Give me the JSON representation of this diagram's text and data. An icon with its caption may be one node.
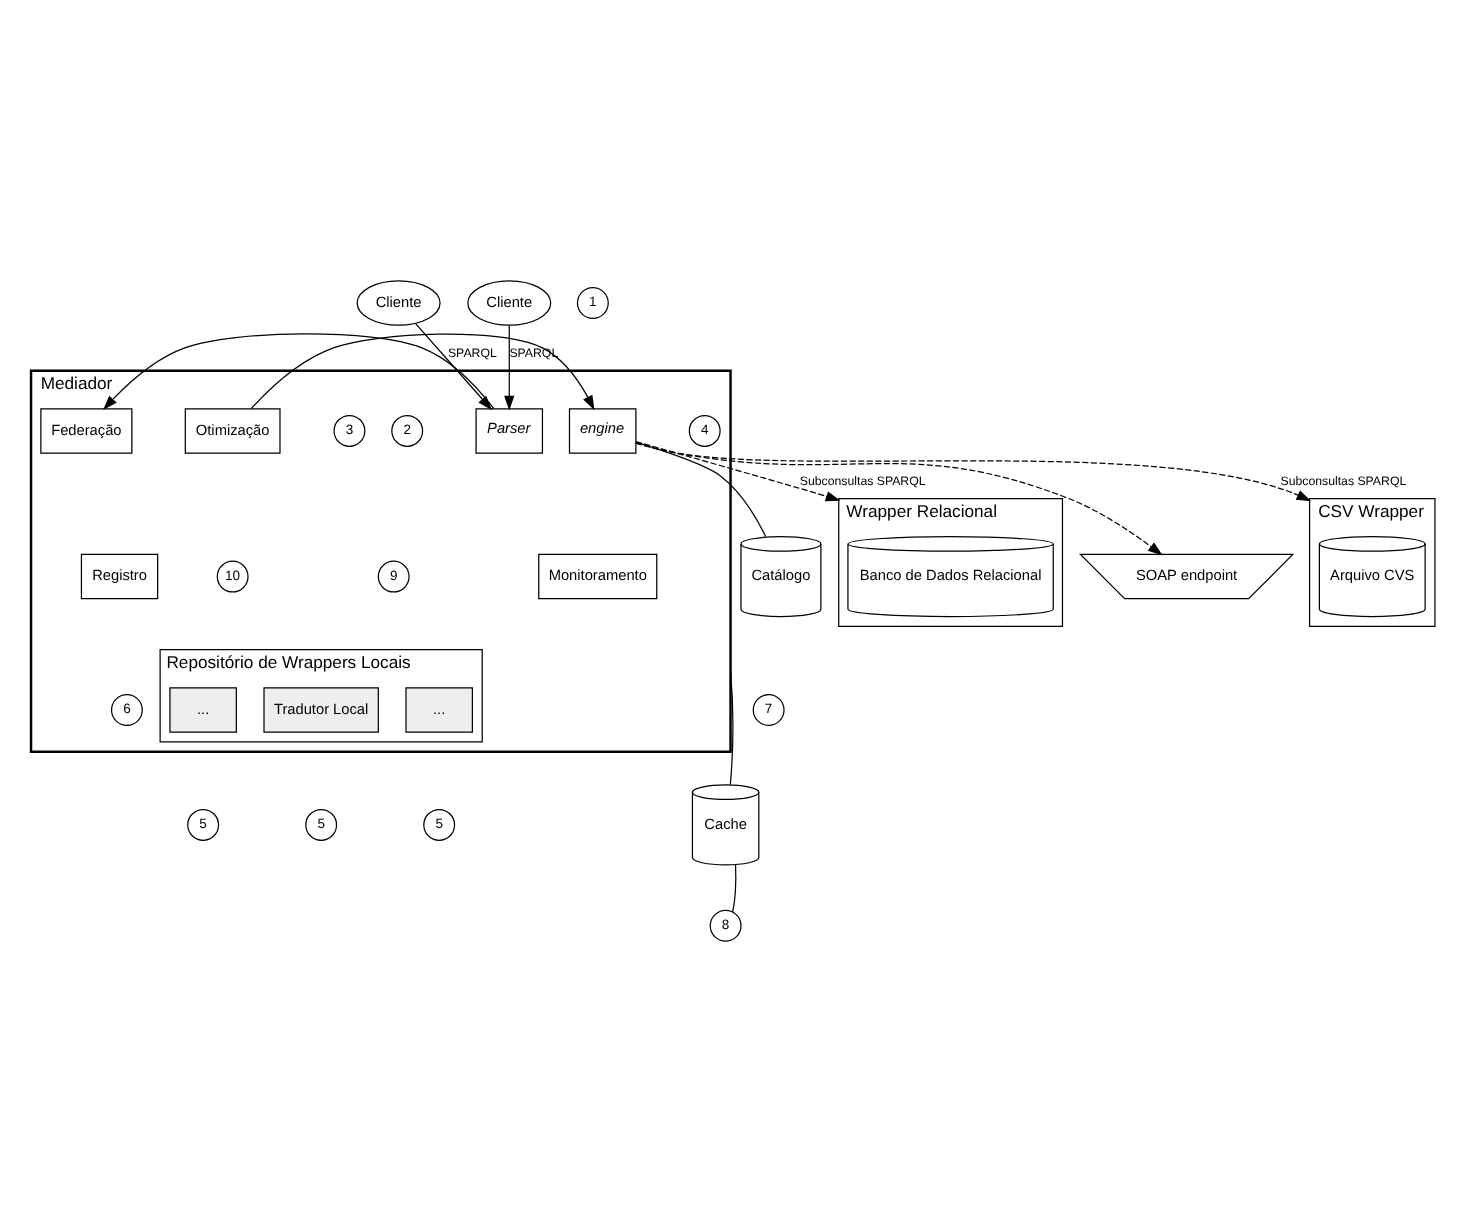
{
  "diagram": {
    "nodes": [
      {
        "text": [
          "Cliente"
        ]
      },
      {
        "text": [
          "Cliente"
        ]
      },
      {
        "text": [
          "Mediador"
        ]
      },
      {
        "text": [
          "Parser"
        ],
        "in": 2
      },
      {
        "text": [
          "Federação"
        ],
        "in": 2
      },
      {
        "text": [
          "Otimização"
        ],
        "in": 2
      },
      {
        "text": [
          "engine"
        ],
        "in": 2
      },
      {
        "text": [
          "Registro"
        ],
        "in": 2
      },
      {
        "text": [
          "Monitoramento"
        ],
        "in": 2
      },
      {
        "text": [
          "Repositório de Wrappers Locais"
        ],
        "in": 2
      },
      {
        "text": [
          "..."
        ],
        "in": 9
      },
      {
        "text": [
          "Tradutor Local"
        ],
        "in": 9
      },
      {
        "text": [
          "..."
        ],
        "in": 9
      },
      {
        "text": [
          "Catálogo"
        ]
      },
      {
        "text": [
          "Cache"
        ]
      },
      {
        "text": [
          "Wrapper Relacional"
        ]
      },
      {
        "text": [
          "Banco de Dados Relacional"
        ],
        "in": 15
      },
      {
        "text": [
          "SOAP endpoint"
        ]
      },
      {
        "text": [
          "CSV Wrapper"
        ]
      },
      {
        "text": [
          "Arquivo CVS"
        ],
        "in": 18
      },
      {
        "text": [
          "1"
        ]
      },
      {
        "text": [
          "3"
        ],
        "in": 2
      },
      {
        "text": [
          "2"
        ],
        "in": 2
      },
      {
        "text": [
          "4"
        ],
        "in": 2
      },
      {
        "text": [
          "9"
        ],
        "in": 2
      },
      {
        "text": [
          "10"
        ],
        "in": 2
      },
      {
        "text": [
          "6"
        ],
        "in": 2
      },
      {
        "text": [
          "7"
        ]
      },
      {
        "text": [
          "5"
        ]
      },
      {
        "text": [
          "5"
        ]
      },
      {
        "text": [
          "5"
        ]
      },
      {
        "text": [
          "8"
        ]
      }
    ],
    "edges": [
      {
        "from": 0,
        "to": 3,
        "arrow": "to",
        "label": "SPARQL"
      },
      {
        "from": 1,
        "to": 3,
        "arrow": "to",
        "label": "SPARQL"
      },
      {
        "from": 3,
        "to": 4,
        "arrow": "to"
      },
      {
        "from": 5,
        "to": 6,
        "arrow": "to"
      },
      {
        "from": 6,
        "to": 13,
        "arrow": "none"
      },
      {
        "from": 2,
        "to": 14,
        "arrow": "none"
      },
      {
        "from": 6,
        "to": 15,
        "arrow": "to",
        "label": "Subconsultas SPARQL",
        "style": "dashed"
      },
      {
        "from": 6,
        "to": 17,
        "arrow": "to",
        "style": "dashed"
      },
      {
        "from": 6,
        "to": 18,
        "arrow": "to",
        "label": "Subconsultas SPARQL",
        "style": "dashed"
      },
      {
        "from": 31,
        "to": 14,
        "arrow": "none"
      }
    ]
  }
}
